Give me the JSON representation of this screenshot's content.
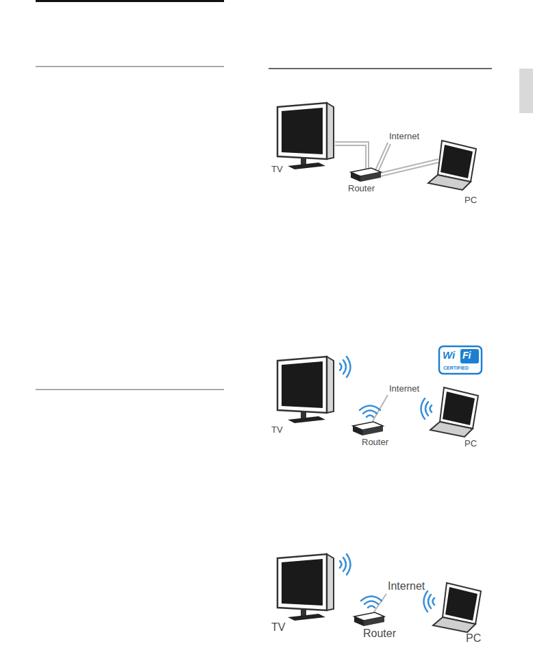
{
  "diagram": {
    "labels": [
      "Internet",
      "TV",
      "Router",
      "PC",
      "Wi",
      "Fi",
      "CERTIFIED",
      "Internet",
      "TV",
      "Router",
      "PC",
      "Internet",
      "TV",
      "Router",
      "PC"
    ]
  }
}
